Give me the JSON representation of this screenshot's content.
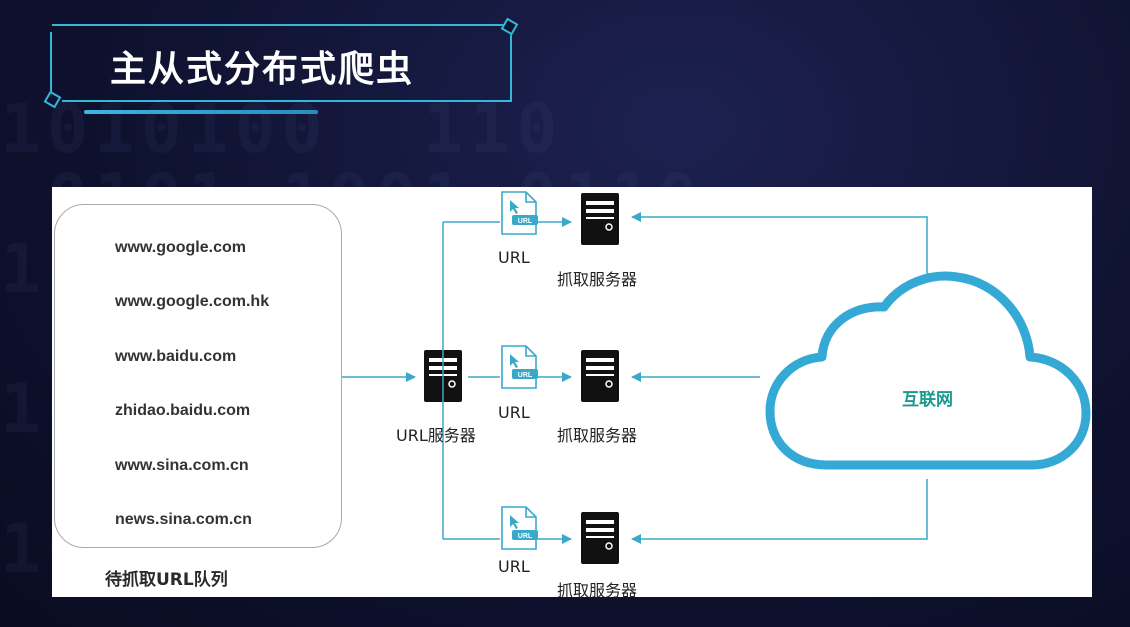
{
  "title": "主从式分布式爬虫",
  "queue": {
    "urls": [
      "www.google.com",
      "www.google.com.hk",
      "www.baidu.com",
      "zhidao.baidu.com",
      "www.sina.com.cn",
      "news.sina.com.cn"
    ],
    "caption": "待抓取URL队列"
  },
  "url_server": {
    "label": "URL服务器"
  },
  "url_file_badge": "URL",
  "url_labels": [
    "URL",
    "URL",
    "URL"
  ],
  "fetch_servers": [
    "抓取服务器",
    "抓取服务器",
    "抓取服务器"
  ],
  "internet": {
    "label": "互联网"
  },
  "colors": {
    "accent": "#3aa9c9",
    "cloud": "#35a9d6",
    "cloud_text": "#1a9a90",
    "server": "#111111",
    "background": "#0f1230",
    "frame": "#33b8d8"
  },
  "icons": [
    "server-icon",
    "url-file-icon",
    "cloud-icon",
    "arrow-icon"
  ]
}
